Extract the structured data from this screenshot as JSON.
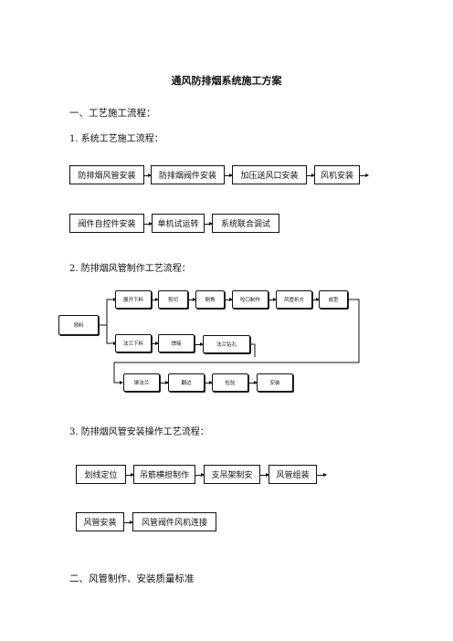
{
  "title": "通风防排烟系统施工方案",
  "section1": {
    "heading": "一、工艺施工流程："
  },
  "flow1": {
    "heading": "1.  系统工艺施工流程：",
    "row1": [
      "防排烟风管安装",
      "防排烟阀件安装",
      "加压送风口安装",
      "风机安装"
    ],
    "row2": [
      "阀件自控件安装",
      "单机试运转",
      "系统联合调试"
    ]
  },
  "flow2": {
    "heading": "2.  防排烟风管制作工艺流程：",
    "start": "领料",
    "row1": [
      "展开下料",
      "剪切",
      "倒角",
      "咬口制作",
      "风管折方",
      "成型"
    ],
    "row2": [
      "法兰下料",
      "焊接",
      "法兰钻孔"
    ],
    "row3": [
      "铆法兰",
      "翻边",
      "检验",
      "安装"
    ]
  },
  "flow3": {
    "heading": "3.  防排烟风管安装操作工艺流程：",
    "row1": [
      "划线定位",
      "吊筋横担制作",
      "支吊架制安",
      "风管组装"
    ],
    "row2": [
      "风管安装",
      "风管阀件风机连接"
    ]
  },
  "section2": {
    "heading": "二、风管制作、安装质量标准"
  }
}
